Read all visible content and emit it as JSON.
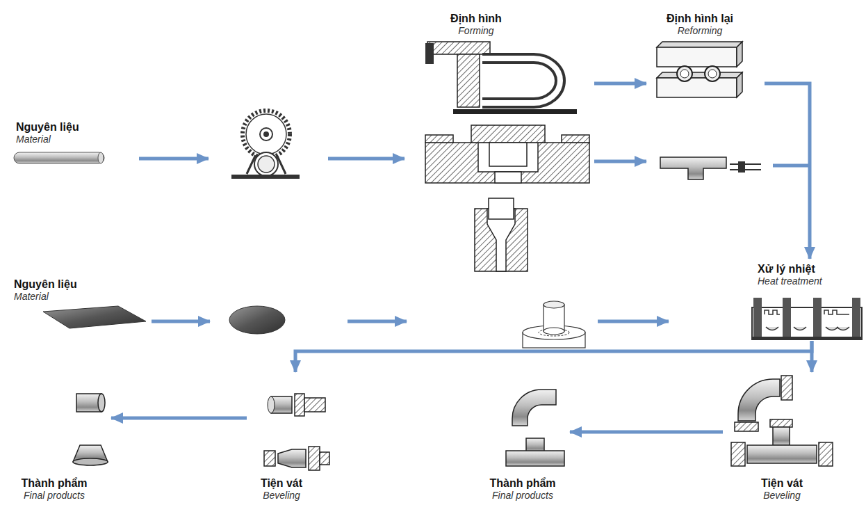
{
  "diagram": {
    "nodes": [
      {
        "text": [
          "Định hình",
          "Forming"
        ]
      },
      {
        "text": [
          "Định hình lại",
          "Reforming"
        ]
      },
      {
        "text": [
          "Nguyên liệu",
          "Material"
        ]
      },
      {
        "text": [
          "Xử lý nhiệt",
          "Heat treatment"
        ]
      },
      {
        "text": [
          "Nguyên liệu",
          "Material"
        ]
      },
      {
        "text": [
          "Thành phẩm",
          "Final products"
        ]
      },
      {
        "text": [
          "Tiện vát",
          "Beveling"
        ]
      },
      {
        "text": [
          "Thành phẩm",
          "Final products"
        ]
      },
      {
        "text": [
          "Tiện vát",
          "Beveling"
        ]
      }
    ],
    "edges": [
      {
        "from": 0,
        "to": 1,
        "arrow": "to"
      },
      {
        "from": 0,
        "to": 1,
        "arrow": "to"
      },
      {
        "from": 1,
        "to": 3,
        "arrow": "to"
      },
      {
        "from": 3,
        "to": 6,
        "arrow": "to"
      },
      {
        "from": 3,
        "to": 8,
        "arrow": "to"
      },
      {
        "from": 8,
        "to": 7,
        "arrow": "to"
      },
      {
        "from": 6,
        "to": 5,
        "arrow": "to"
      }
    ]
  }
}
